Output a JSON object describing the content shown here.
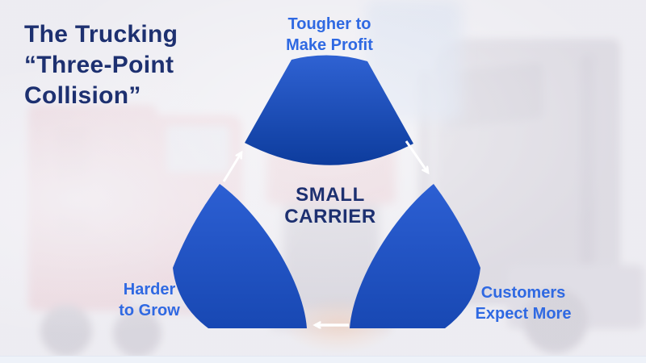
{
  "slide": {
    "title": {
      "line1": "The Trucking",
      "line2": "“Three-Point",
      "line3": "Collision”"
    },
    "center": {
      "line1": "SMALL",
      "line2": "CARRIER"
    },
    "labels": {
      "top": {
        "line1": "Tougher to",
        "line2": "Make Profit"
      },
      "left": {
        "line1": "Harder",
        "line2": "to Grow"
      },
      "right": {
        "line1": "Customers",
        "line2": "Expect More"
      }
    },
    "icons": {
      "arrow_left_to_top": "white arrow pointing up-right",
      "arrow_top_to_right": "white arrow pointing down-right",
      "arrow_right_to_left": "white arrow pointing left"
    },
    "colors": {
      "title_text": "#1d3070",
      "center_text": "#1d3070",
      "label_text": "#2f69e2",
      "wedge_gradient_start": "#2f62d3",
      "wedge_gradient_end": "#0d3c9d",
      "wedge_side_start": "#2c5fd3",
      "wedge_side_end": "#1848b3",
      "arrow": "#ffffff",
      "background": "#e9e8ee"
    }
  }
}
